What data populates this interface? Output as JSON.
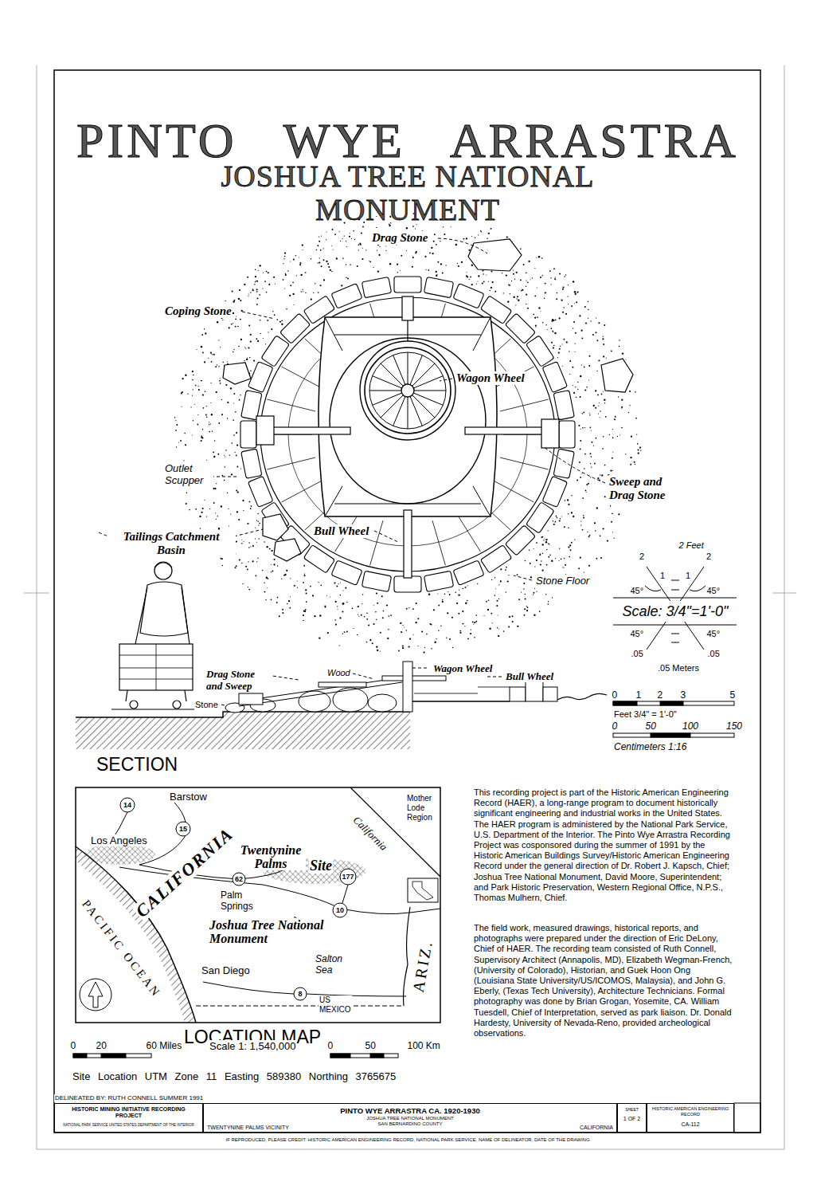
{
  "diagram": {
    "title": "PINTO WYE ARRASTRA",
    "nodes": [
      {
        "text": [
          "HISTORIC MINING INITIATIVE RECORDING PROJECT",
          "NATIONAL PARK SERVICE UNITED STATES DEPARTMENT OF THE INTERIOR"
        ]
      },
      {
        "text": [
          "PINTO WYE ARRASTRA CA. 1920-1930",
          "JOSHUA TREE NATIONAL MONUMENT",
          "SAN BERNARDINO COUNTY",
          "TWENTYNINE PALMS VICINITY",
          "CALIFORNIA"
        ]
      },
      {
        "text": [
          "SHEET",
          "1 OF 2"
        ]
      },
      {
        "text": [
          "HISTORIC AMERICAN ENGINEERING RECORD",
          "CA-112"
        ]
      }
    ],
    "labels": [
      "JOSHUA TREE NATIONAL MONUMENT",
      "Drag Stone",
      "Coping Stone",
      "Wagon Wheel",
      "Outlet Scupper",
      "Sweep and Drag Stone",
      "Tailings Catchment Basin",
      "Bull Wheel",
      "Stone Floor",
      "2 Feet",
      "2",
      "2",
      "1",
      "1",
      "45°",
      "45°",
      "Scale: 3/4\"=1'-0\"",
      "45°",
      "45°",
      ".05",
      ".05",
      ".05 Meters",
      "Drag Stone and Sweep",
      "Wood",
      "Stone",
      "Wagon Wheel",
      "Bull Wheel",
      "0",
      "1",
      "2",
      "3",
      "5",
      "Feet 3/4\" = 1'-0\"",
      "0",
      "50",
      "100",
      "150",
      "Centimeters 1:16",
      "SECTION",
      "Barstow",
      "14",
      "15",
      "Mother Lode Region",
      "CALIFORNIA",
      "California",
      "Los Angeles",
      "Twentynine Palms",
      "Site",
      "62",
      "177",
      "Palm Springs",
      "10",
      "Joshua Tree National Monument",
      "Salton Sea",
      "PACIFIC OCEAN",
      "San Diego",
      "8",
      "US MEXICO",
      "ARIZ.",
      "LOCATION MAP",
      "0",
      "20",
      "60 Miles",
      "Scale 1: 1,540,000",
      "0",
      "50",
      "100 Km",
      "Site Location UTM Zone 11 Easting 589380 Northing 3765675",
      "This recording project is part of the Historic American Engineering Record (HAER), a long-range program to document historically significant engineering and industrial works in the United States. The HAER program is administered by the National Park Service, U.S. Department of the Interior. The Pinto Wye Arrastra Recording Project was cosponsored during the summer of 1991 by the Historic American Buildings Survey/Historic American Engineering Record under the general direction of Dr. Robert J. Kapsch, Chief; Joshua Tree National Monument, David Moore, Superintendent; and Park Historic Preservation, Western Regional Office, N.P.S., Thomas Mulhern, Chief.",
      "The field work, measured drawings, historical reports, and photographs were prepared under the direction of Eric DeLony, Chief of HAER. The recording team consisted of Ruth Connell, Supervisory Architect (Annapolis, MD), Elizabeth Wegman-French, (University of Colorado), Historian, and Guek Hoon Ong (Louisiana State University/US/ICOMOS, Malaysia), and John G. Eberly, (Texas Tech University), Architecture Technicians. Formal photography was done by Brian Grogan, Yosemite, CA. William Tuesdell, Chief of Interpretation, served as park liaison. Dr. Donald Hardesty, University of Nevada-Reno, provided archeological observations.",
      "DELINEATED BY: RUTH CONNELL SUMMER 1991",
      "IF REPRODUCED, PLEASE CREDIT: HISTORIC AMERICAN ENGINEERING RECORD, NATIONAL PARK SERVICE, NAME OF DELINEATOR, DATE OF THE DRAWING"
    ]
  }
}
